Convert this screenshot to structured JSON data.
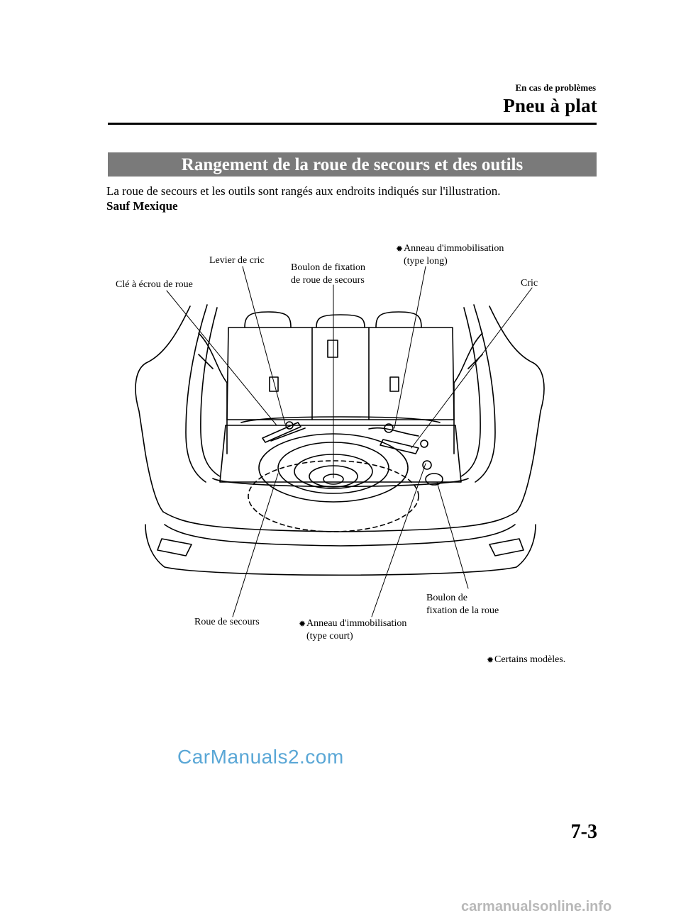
{
  "header": {
    "chapter": "En cas de problèmes",
    "section": "Pneu à plat"
  },
  "banner": "Rangement de la roue de secours et des outils",
  "intro": "La roue de secours et les outils sont rangés aux endroits indiqués sur l'illustration.",
  "subhead": "Sauf Mexique",
  "callouts": {
    "cle": "Clé à écrou de roue",
    "levier": "Levier de cric",
    "boulon_fix_1": "Boulon de fixation",
    "boulon_fix_2": "de roue de secours",
    "anneau_long_1": "Anneau d'immobilisation",
    "anneau_long_2": "(type long)",
    "cric": "Cric",
    "roue": "Roue de secours",
    "anneau_court_1": "Anneau d'immobilisation",
    "anneau_court_2": "(type court)",
    "boulon_roue_1": "Boulon de",
    "boulon_roue_2": "fixation de la roue"
  },
  "footnote": "Certains modèles.",
  "star_symbol": "✹",
  "page_number": "7-3",
  "watermarks": {
    "primary": "CarManuals2.com",
    "secondary": "carmanualsonline.info"
  }
}
